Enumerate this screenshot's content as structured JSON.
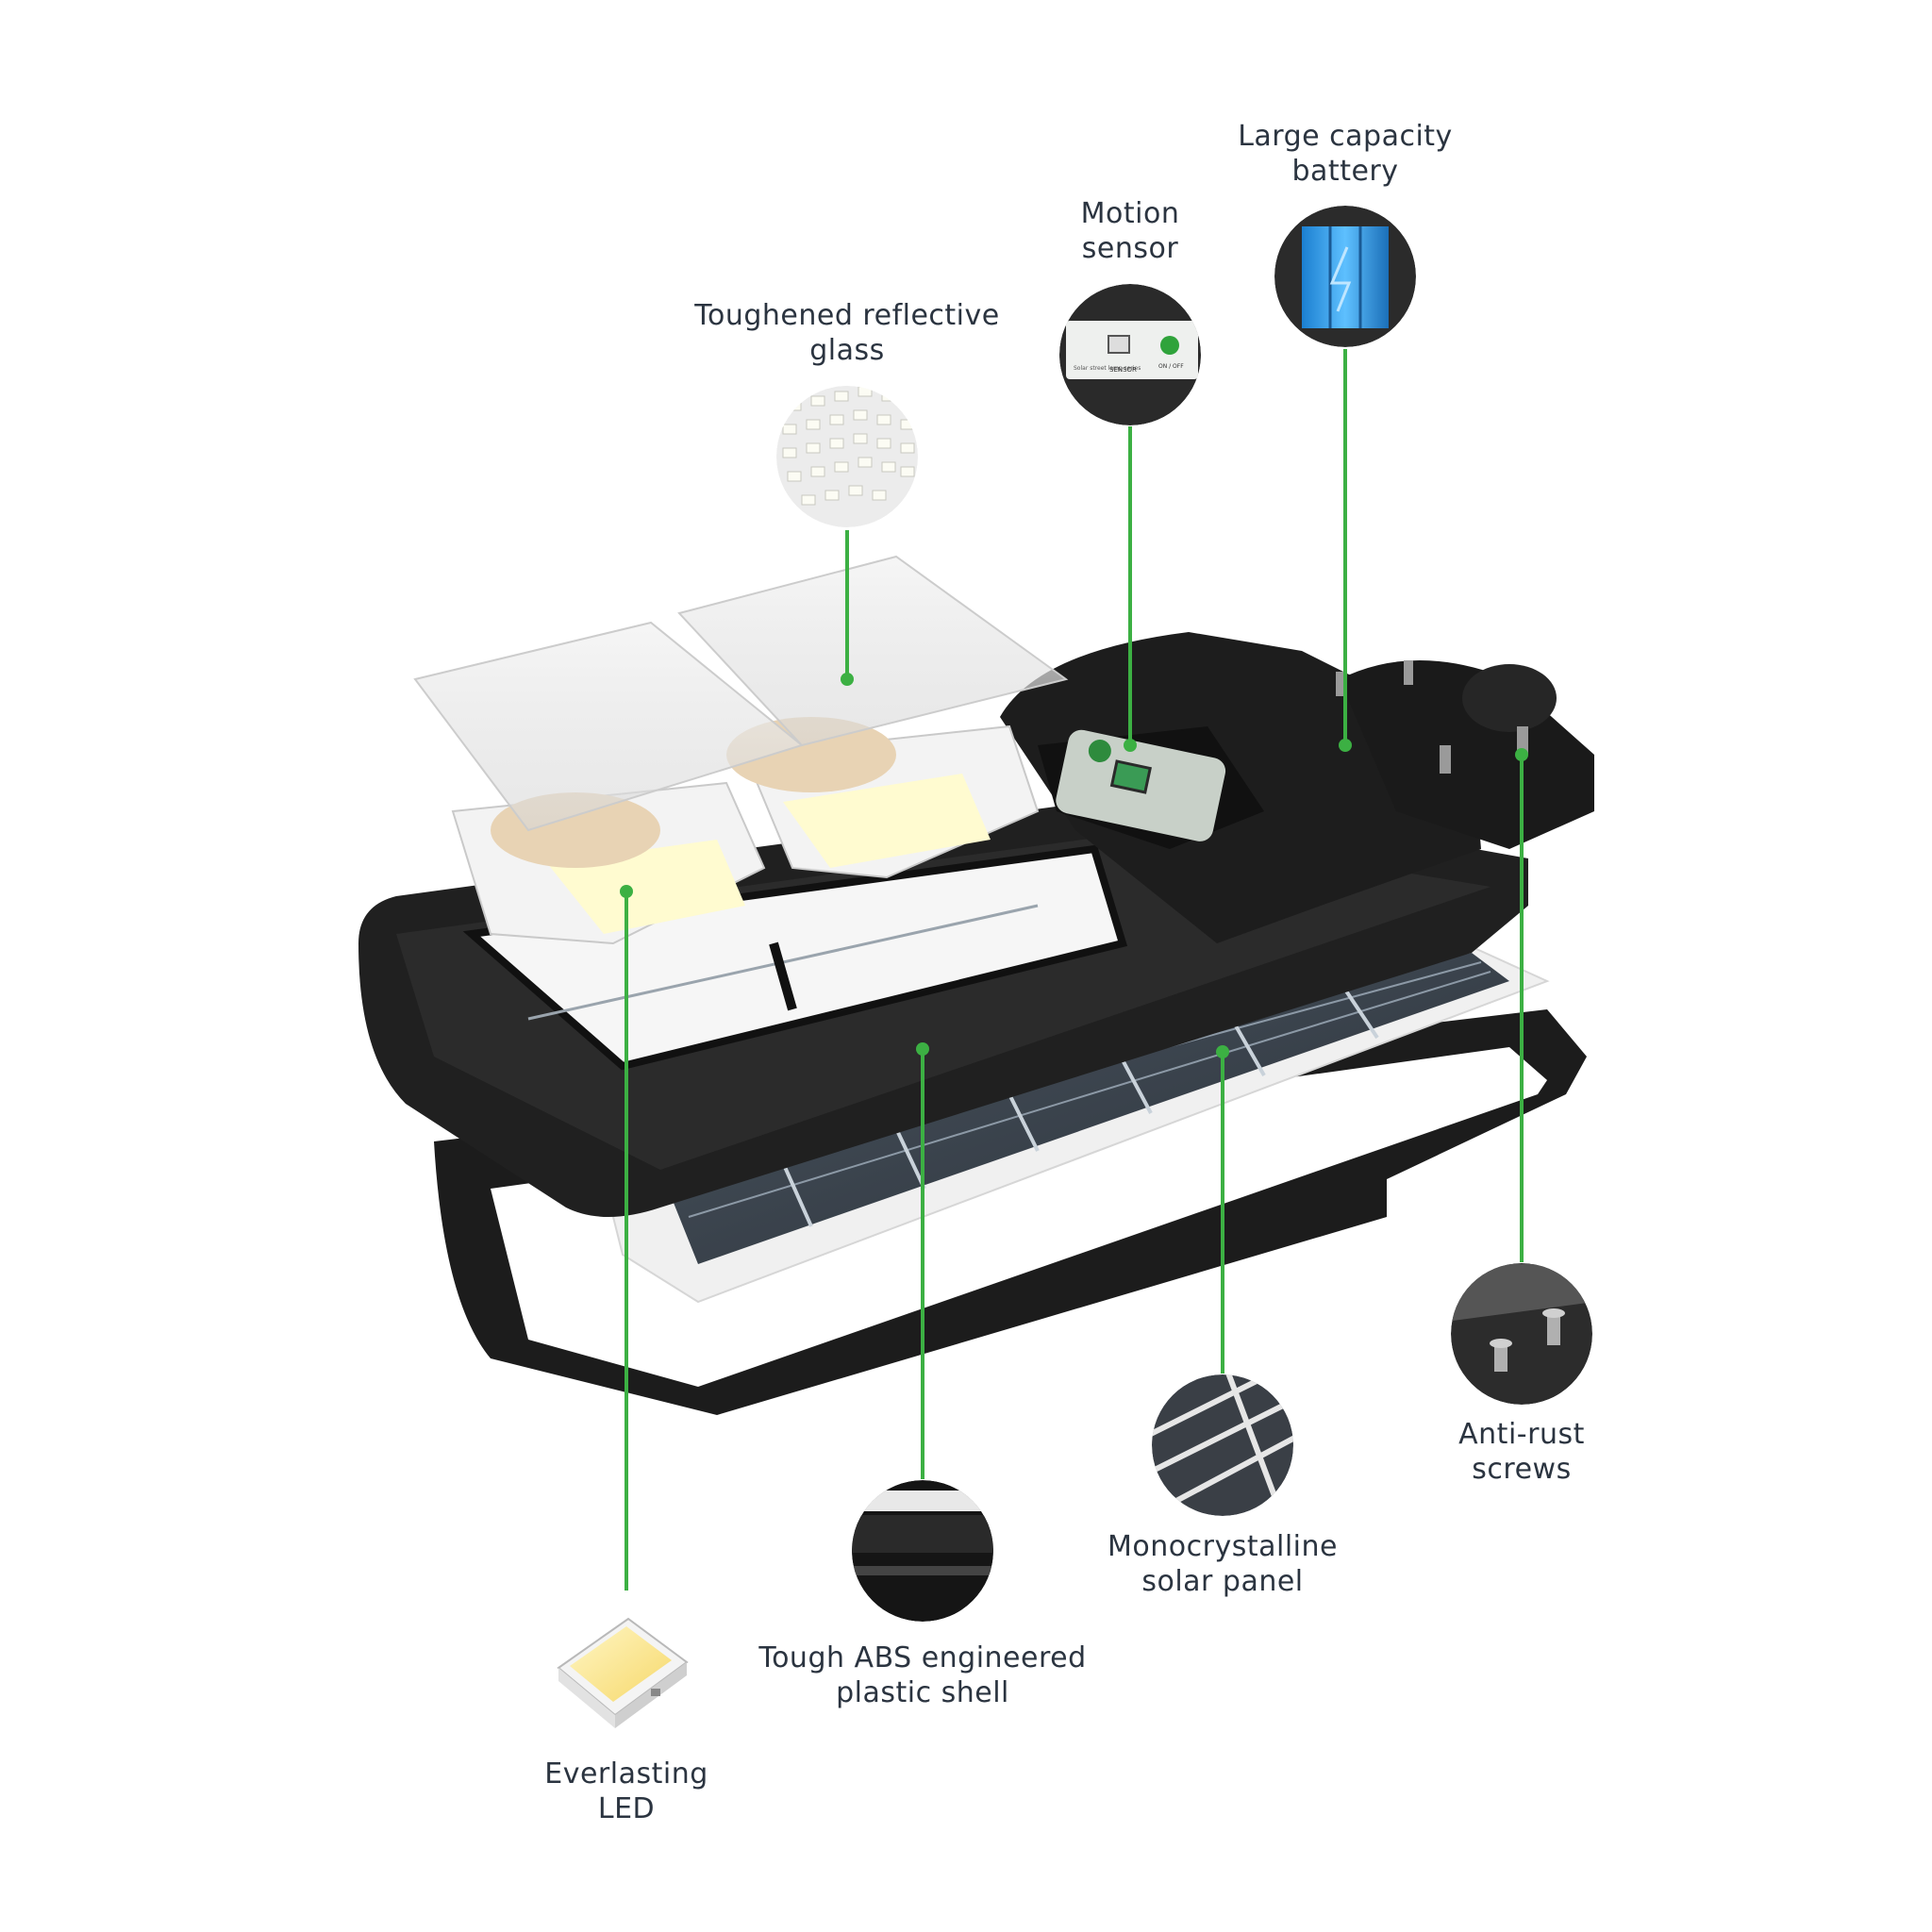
{
  "accent_color": "#3cb043",
  "callouts": {
    "glass": {
      "line1": "Toughened reflective",
      "line2": "glass"
    },
    "motion": {
      "line1": "Motion",
      "line2": "sensor"
    },
    "battery": {
      "line1": "Large capacity",
      "line2": "battery"
    },
    "screws": {
      "line1": "Anti-rust",
      "line2": "screws"
    },
    "solar": {
      "line1": "Monocrystalline",
      "line2": "solar panel"
    },
    "shell": {
      "line1": "Tough ABS engineered",
      "line2": "plastic shell"
    },
    "led": {
      "line1": "Everlasting",
      "line2": "LED"
    }
  },
  "sensor_panel": {
    "brand": "Solar street lamp series",
    "sensor_label": "SENSOR",
    "switch_label": "ON / OFF"
  }
}
